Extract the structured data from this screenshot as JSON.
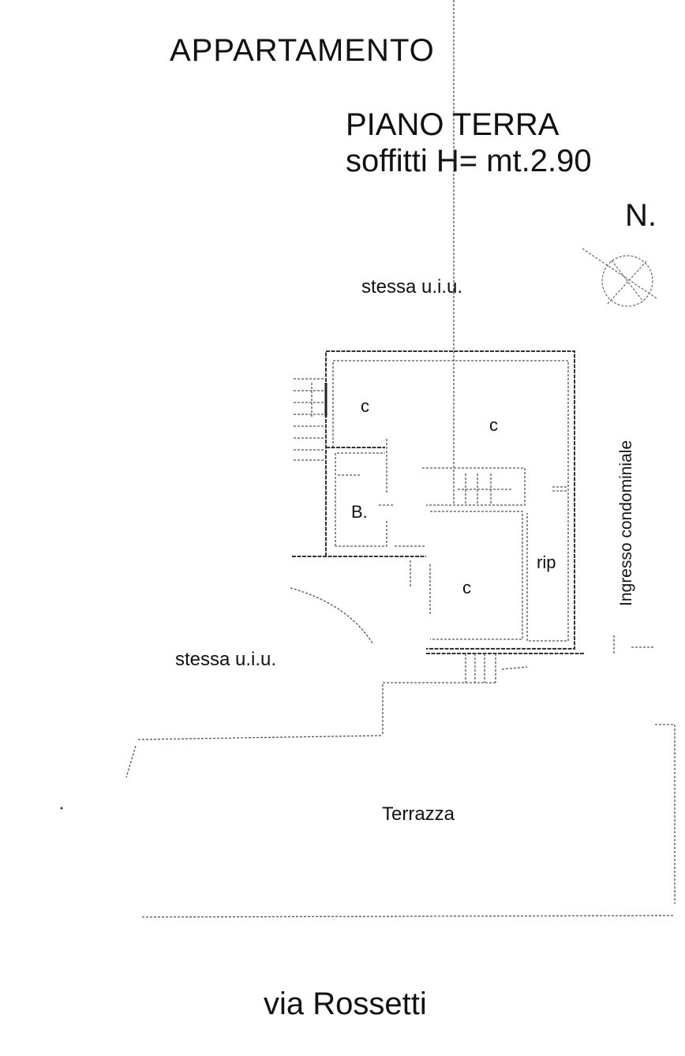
{
  "header": {
    "title": "APPARTAMENTO",
    "floor": "PIANO TERRA",
    "ceiling": "soffitti H= mt.2.90",
    "north": "N."
  },
  "labels": {
    "neighbor_top": "stessa u.i.u.",
    "neighbor_left": "stessa u.i.u.",
    "entrance": "Ingresso condominiale",
    "terrace": "Terrazza",
    "street": "via Rossetti"
  },
  "rooms": [
    {
      "label": "c"
    },
    {
      "label": "c"
    },
    {
      "label": "B."
    },
    {
      "label": "c"
    },
    {
      "label": "rip"
    }
  ]
}
